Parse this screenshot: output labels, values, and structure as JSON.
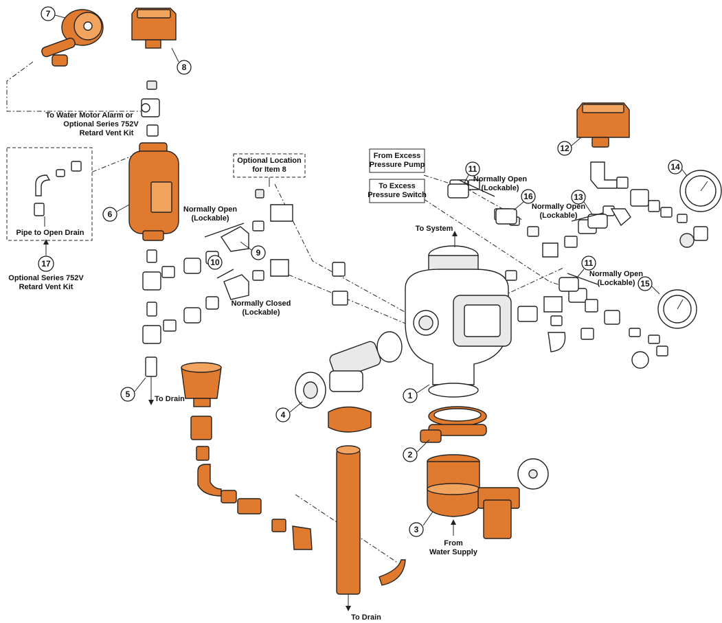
{
  "labels": {
    "to_system": "To System",
    "to_drain_1": "To Drain",
    "to_drain_2": "To Drain",
    "from_water_supply_1": "From",
    "from_water_supply_2": "Water Supply",
    "water_motor_1": "To Water Motor Alarm or",
    "water_motor_2": "Optional Series 752V",
    "water_motor_3": "Retard Vent Kit",
    "pipe_open_drain": "Pipe to Open Drain",
    "retard_vent_1": "Optional Series 752V",
    "retard_vent_2": "Retard Vent Kit",
    "opt_loc_1": "Optional Location",
    "opt_loc_2": "for Item 8",
    "excess_pump_1": "From Excess",
    "excess_pump_2": "Pressure Pump",
    "excess_switch_1": "To Excess",
    "excess_switch_2": "Pressure Switch",
    "no_lock_9_1": "Normally Open",
    "no_lock_9_2": "(Lockable)",
    "nc_lock_10_1": "Normally Closed",
    "nc_lock_10_2": "(Lockable)",
    "no_lock_11a_1": "Normally Open",
    "no_lock_11a_2": "(Lockable)",
    "no_lock_13_1": "Normally Open",
    "no_lock_13_2": "(Lockable)",
    "no_lock_11b_1": "Normally Open",
    "no_lock_11b_2": "(Lockable)"
  },
  "callouts": [
    "1",
    "2",
    "3",
    "4",
    "5",
    "6",
    "7",
    "8",
    "9",
    "10",
    "11",
    "11",
    "12",
    "13",
    "14",
    "15",
    "16",
    "17"
  ],
  "colors": {
    "accent": "#E07A2E",
    "accent_light": "#F2A35E",
    "line": "#222222"
  }
}
